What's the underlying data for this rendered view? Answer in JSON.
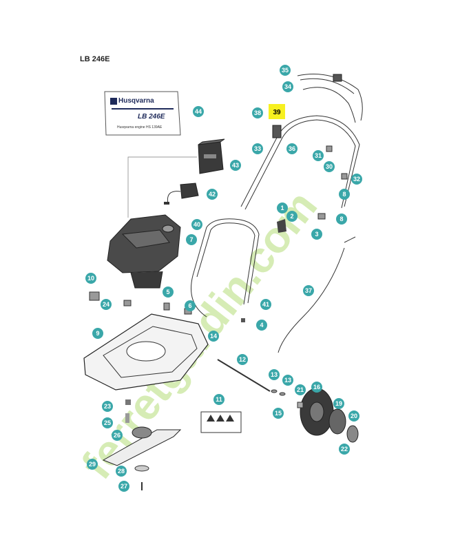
{
  "title": "LB 246E",
  "label": {
    "brand": "Husqvarna",
    "model": "LB 246E",
    "engine": "Husqvarna engine HS 139AE"
  },
  "watermark": "ferretgardin.com",
  "colors": {
    "callout": "#3aa7a9",
    "highlight": "#f7f020",
    "watermark_green": "#cfe9a9",
    "watermark_orange": "#f6cf9a"
  },
  "callouts": [
    {
      "id": "35",
      "label": "35"
    },
    {
      "id": "34",
      "label": "34"
    },
    {
      "id": "44",
      "label": "44"
    },
    {
      "id": "38",
      "label": "38"
    },
    {
      "id": "39",
      "label": "39",
      "highlight": true
    },
    {
      "id": "33",
      "label": "33"
    },
    {
      "id": "36",
      "label": "36"
    },
    {
      "id": "31",
      "label": "31"
    },
    {
      "id": "30",
      "label": "30"
    },
    {
      "id": "32",
      "label": "32"
    },
    {
      "id": "43",
      "label": "43"
    },
    {
      "id": "42",
      "label": "42"
    },
    {
      "id": "8a",
      "label": "8"
    },
    {
      "id": "1",
      "label": "1"
    },
    {
      "id": "2",
      "label": "2"
    },
    {
      "id": "8b",
      "label": "8"
    },
    {
      "id": "40",
      "label": "40"
    },
    {
      "id": "3",
      "label": "3"
    },
    {
      "id": "7",
      "label": "7"
    },
    {
      "id": "10",
      "label": "10"
    },
    {
      "id": "37",
      "label": "37"
    },
    {
      "id": "5",
      "label": "5"
    },
    {
      "id": "24",
      "label": "24"
    },
    {
      "id": "6",
      "label": "6"
    },
    {
      "id": "41",
      "label": "41"
    },
    {
      "id": "4",
      "label": "4"
    },
    {
      "id": "9",
      "label": "9"
    },
    {
      "id": "14",
      "label": "14"
    },
    {
      "id": "12",
      "label": "12"
    },
    {
      "id": "13a",
      "label": "13"
    },
    {
      "id": "13b",
      "label": "13"
    },
    {
      "id": "16",
      "label": "16"
    },
    {
      "id": "11",
      "label": "11"
    },
    {
      "id": "21",
      "label": "21"
    },
    {
      "id": "23",
      "label": "23"
    },
    {
      "id": "15",
      "label": "15"
    },
    {
      "id": "19",
      "label": "19"
    },
    {
      "id": "20",
      "label": "20"
    },
    {
      "id": "25",
      "label": "25"
    },
    {
      "id": "26",
      "label": "26"
    },
    {
      "id": "22",
      "label": "22"
    },
    {
      "id": "29",
      "label": "29"
    },
    {
      "id": "28",
      "label": "28"
    },
    {
      "id": "27",
      "label": "27"
    }
  ]
}
